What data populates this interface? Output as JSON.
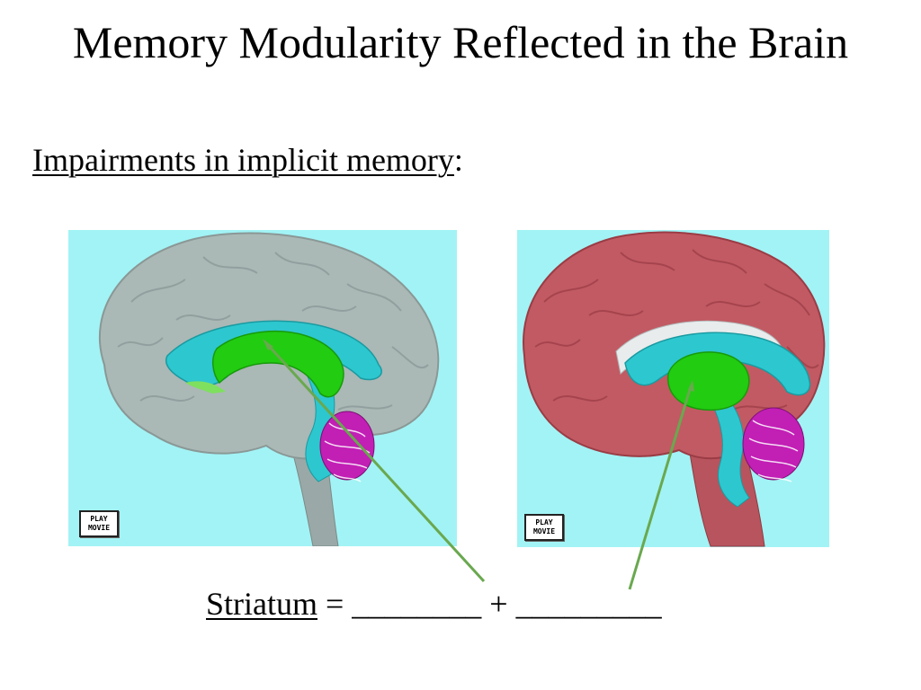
{
  "slide": {
    "title": "Memory Modularity Reflected in the Brain",
    "subtitle_underlined": "Impairments in implicit memory",
    "subtitle_suffix": ":"
  },
  "figures": {
    "left": {
      "play_line1": "PLAY",
      "play_line2": "MOVIE"
    },
    "right": {
      "play_line1": "PLAY",
      "play_line2": "MOVIE"
    }
  },
  "equation": {
    "term_underlined": "Striatum",
    "rest": " = ________ + _________"
  },
  "colors": {
    "panel_background": "#a2f3f5",
    "left_cortex": "#aab8b6",
    "right_cortex": "#c25a63",
    "ventricle": "#2dc7cf",
    "striatum_highlight": "#22cc11",
    "cerebellum": "#c21fb5",
    "arrow": "#6aa84f"
  }
}
